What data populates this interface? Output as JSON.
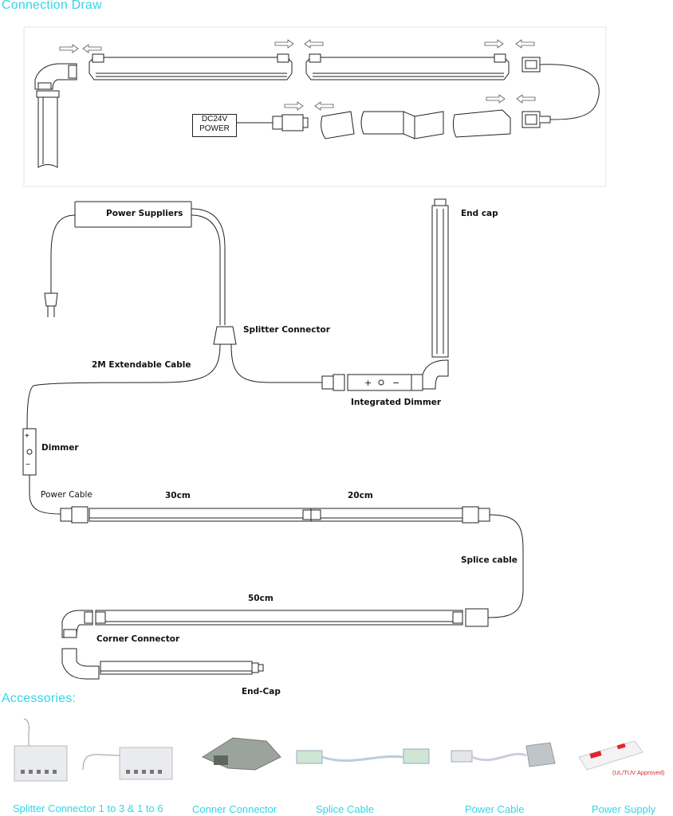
{
  "section1_title": "Connection Draw",
  "power_box": {
    "line1": "DC24V",
    "line2": "POWER"
  },
  "labels": {
    "power_suppliers": "Power  Suppliers",
    "end_cap_top": "End cap",
    "splitter_connector": "Splitter Connector",
    "extendable_cable": "2M Extendable Cable",
    "integrated_dimmer": "Integrated Dimmer",
    "dimmer": "Dimmer",
    "power_cable": "Power Cable",
    "len_30": "30cm",
    "len_20": "20cm",
    "splice_cable": "Splice cable",
    "len_50": "50cm",
    "corner_connector": "Corner Connector",
    "end_cap_bottom": "End-Cap",
    "dimmer_plus": "+",
    "dimmer_minus": "−"
  },
  "section2_title": "Accessories:",
  "accessories": [
    {
      "label": "Splitter Connector 1 to 3 & 1 to 6"
    },
    {
      "label": "Conner Connector"
    },
    {
      "label": "Splice Cable"
    },
    {
      "label": "Power Cable"
    },
    {
      "label": "Power Supply"
    }
  ],
  "approved_note": "(UL/TUV Approved)",
  "colors": {
    "accent": "#33d6e6",
    "line": "#222222",
    "approved": "#e0262b"
  }
}
